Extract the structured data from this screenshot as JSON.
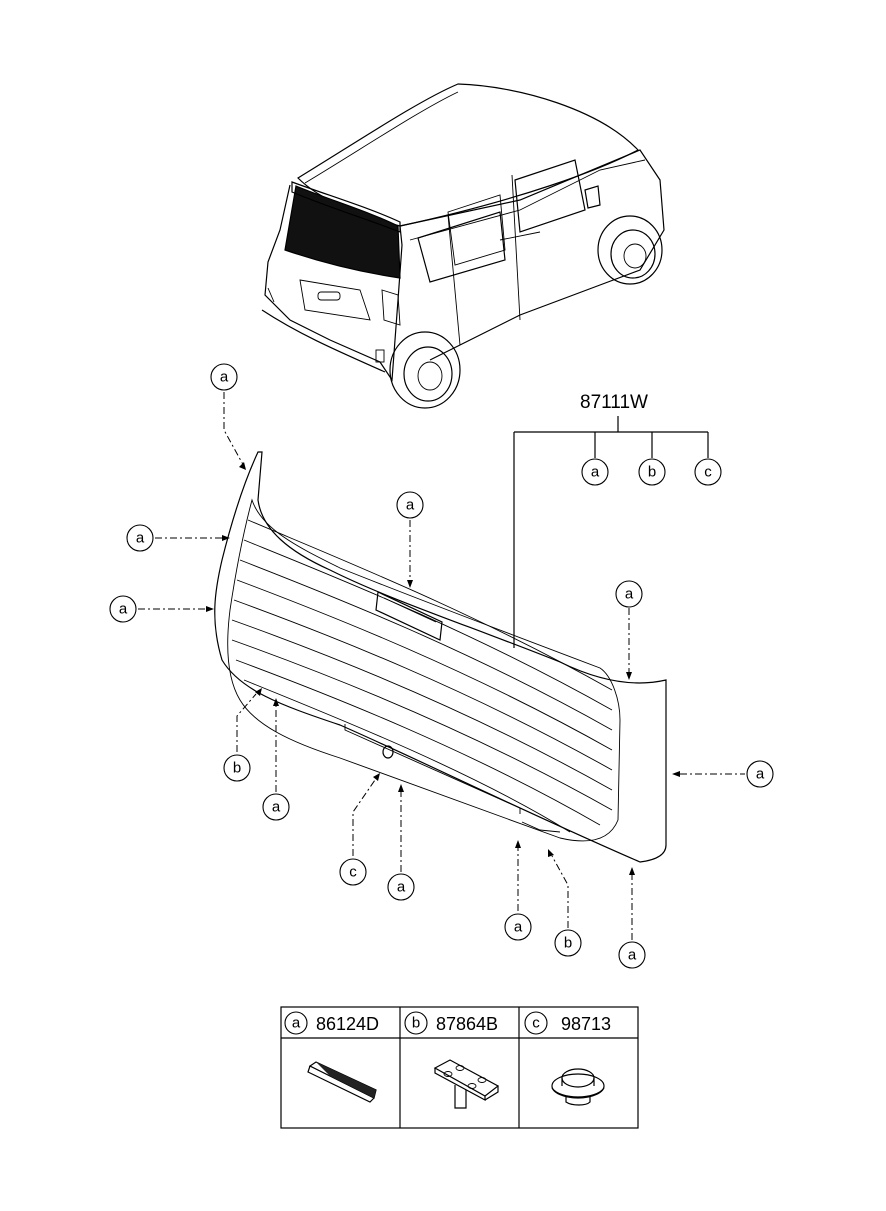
{
  "assembly": {
    "part_number": "87111W",
    "sub_letters": [
      "a",
      "b",
      "c"
    ]
  },
  "callouts": {
    "a": "a",
    "b": "b",
    "c": "c"
  },
  "legend": {
    "items": [
      {
        "letter": "a",
        "part_number": "86124D"
      },
      {
        "letter": "b",
        "part_number": "87864B"
      },
      {
        "letter": "c",
        "part_number": "98713"
      }
    ]
  }
}
